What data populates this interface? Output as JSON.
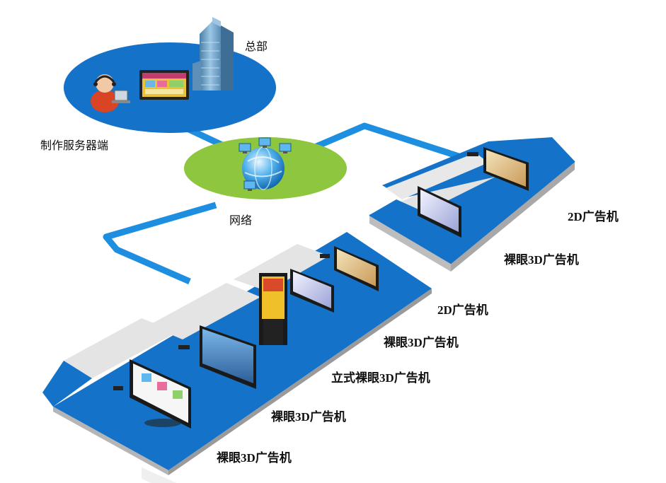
{
  "labels": {
    "hq": "总部",
    "server": "制作服务器端",
    "network": "网络",
    "right_2d": "2D广告机",
    "right_3d": "裸眼3D广告机",
    "main_2d": "2D广告机",
    "main_3d_a": "裸眼3D广告机",
    "main_vertical_3d": "立式裸眼3D广告机",
    "main_3d_b": "裸眼3D广告机",
    "main_3d_c": "裸眼3D广告机"
  },
  "colors": {
    "platform_blue": "#1473c8",
    "platform_side": "#c8c8c8",
    "network_green": "#8ec63f",
    "cable_blue": "#1e8fe0",
    "cable_white": "#e6e6e6"
  },
  "icons": [
    "user-headset-icon",
    "monitor-icon",
    "building-icon",
    "globe-icon",
    "computer-icon",
    "display-screen-icon"
  ]
}
